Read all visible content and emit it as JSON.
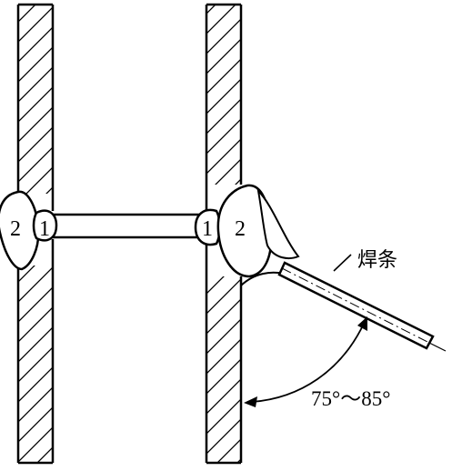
{
  "diagram": {
    "bead_labels": {
      "left_outer": "2",
      "left_inner": "1",
      "right_inner": "1",
      "right_outer": "2"
    },
    "rod_label": "焊条",
    "angle_label": "75°～85°"
  }
}
